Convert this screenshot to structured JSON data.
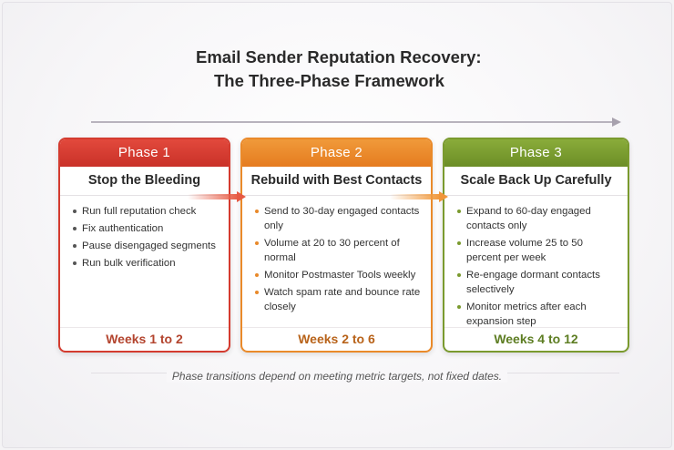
{
  "title": {
    "line1": "Email Sender Reputation Recovery:",
    "line2": "The Three-Phase Framework"
  },
  "phases": [
    {
      "label": "Phase 1",
      "subtitle": "Stop the Bleeding",
      "items": [
        "Run full reputation check",
        "Fix authentication",
        "Pause disengaged segments",
        "Run bulk verification"
      ],
      "duration": "Weeks 1 to 2",
      "color": "#d43b2f"
    },
    {
      "label": "Phase 2",
      "subtitle": "Rebuild with Best Contacts",
      "items": [
        "Send to 30-day engaged contacts only",
        "Volume at 20 to 30 percent of normal",
        "Monitor Postmaster Tools weekly",
        "Watch spam rate and bounce rate closely"
      ],
      "duration": "Weeks 2 to 6",
      "color": "#ea8a2a"
    },
    {
      "label": "Phase 3",
      "subtitle": "Scale Back Up Carefully",
      "items": [
        "Expand to 60-day engaged contacts only",
        "Increase volume 25 to 50 percent per week",
        "Re-engage dormant contacts selectively",
        "Monitor metrics after each expansion step"
      ],
      "duration": "Weeks 4 to 12",
      "color": "#7a9a2e"
    }
  ],
  "footnote": "Phase transitions depend on meeting metric targets, not fixed dates."
}
